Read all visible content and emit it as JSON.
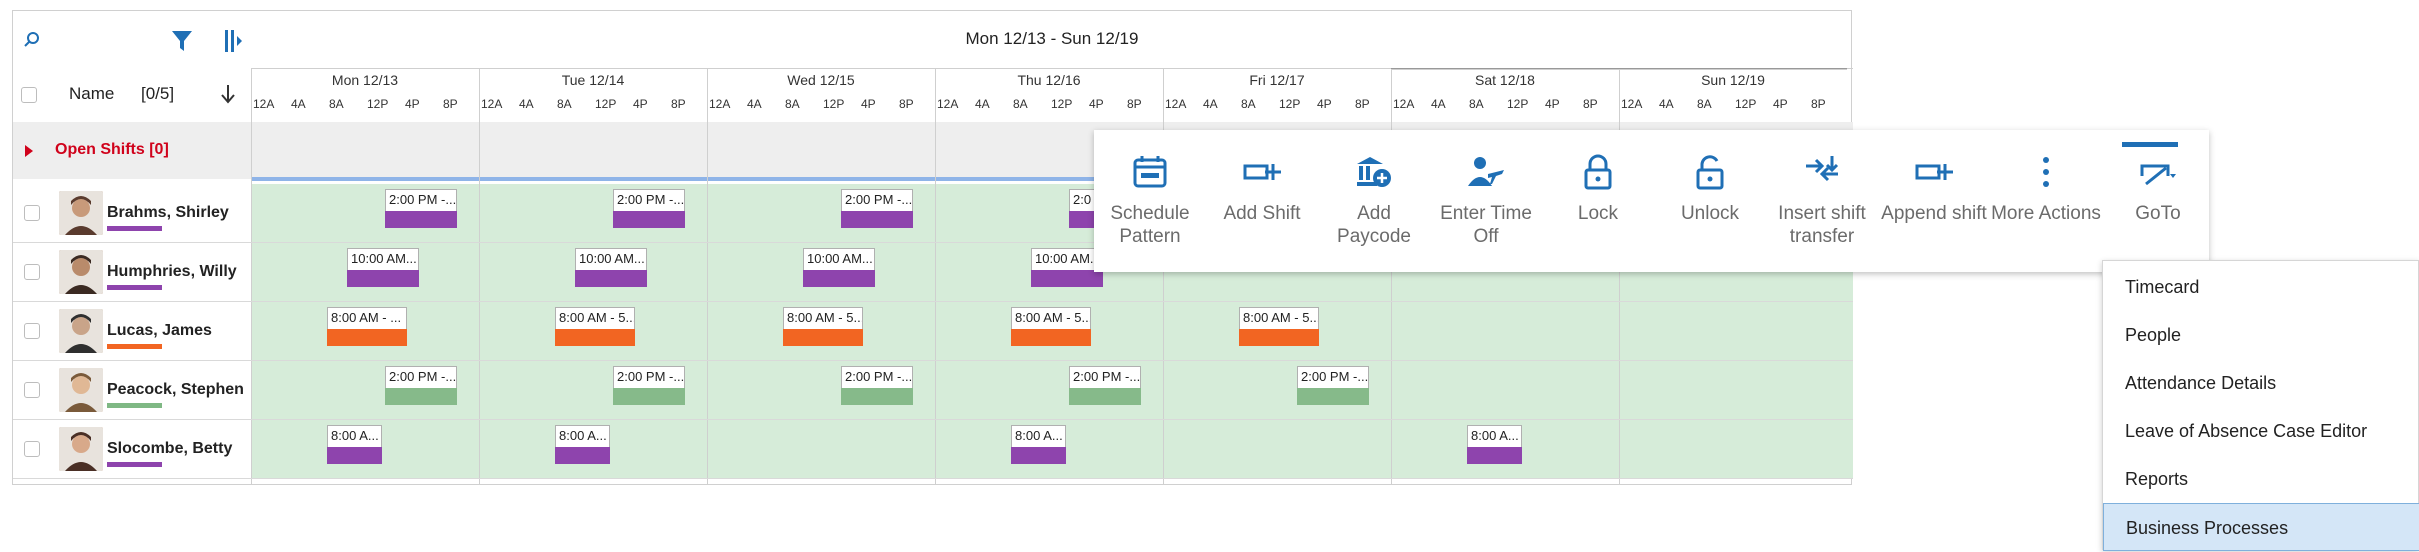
{
  "header": {
    "week_range": "Mon 12/13 - Sun 12/19",
    "name_label": "Name",
    "count_label": "[0/5]"
  },
  "days": [
    {
      "label": "Mon 12/13"
    },
    {
      "label": "Tue 12/14"
    },
    {
      "label": "Wed 12/15"
    },
    {
      "label": "Thu 12/16"
    },
    {
      "label": "Fri 12/17"
    },
    {
      "label": "Sat 12/18"
    },
    {
      "label": "Sun 12/19"
    }
  ],
  "hours": [
    "12A",
    "4A",
    "8A",
    "12P",
    "4P",
    "8P"
  ],
  "open_shifts": {
    "label": "Open Shifts [0]"
  },
  "employees": [
    {
      "name": "Brahms, Shirley",
      "bar_color": "#8e44ad",
      "shift_color": "#8e44ad",
      "shifts": [
        {
          "day": 0,
          "label": "2:00 PM -..."
        },
        {
          "day": 1,
          "label": "2:00 PM -..."
        },
        {
          "day": 2,
          "label": "2:00 PM -..."
        },
        {
          "day": 3,
          "label": "2:0"
        }
      ]
    },
    {
      "name": "Humphries, Willy",
      "bar_color": "#8e44ad",
      "shift_color": "#8e44ad",
      "shifts": [
        {
          "day": 0,
          "label": "10:00 AM..."
        },
        {
          "day": 1,
          "label": "10:00 AM..."
        },
        {
          "day": 2,
          "label": "10:00 AM..."
        },
        {
          "day": 3,
          "label": "10:00 AM..."
        }
      ]
    },
    {
      "name": "Lucas, James",
      "bar_color": "#f26522",
      "shift_color": "#f26522",
      "shifts": [
        {
          "day": 0,
          "label": "8:00 AM - ..."
        },
        {
          "day": 1,
          "label": "8:00 AM - 5..."
        },
        {
          "day": 2,
          "label": "8:00 AM - 5..."
        },
        {
          "day": 3,
          "label": "8:00 AM - 5..."
        },
        {
          "day": 4,
          "label": "8:00 AM - 5..."
        }
      ]
    },
    {
      "name": "Peacock, Stephen",
      "bar_color": "#7fb884",
      "shift_color": "#86ba8a",
      "shifts": [
        {
          "day": 0,
          "label": "2:00 PM -..."
        },
        {
          "day": 1,
          "label": "2:00 PM -..."
        },
        {
          "day": 2,
          "label": "2:00 PM -..."
        },
        {
          "day": 3,
          "label": "2:00 PM -..."
        },
        {
          "day": 4,
          "label": "2:00 PM -..."
        }
      ]
    },
    {
      "name": "Slocombe, Betty",
      "bar_color": "#8e44ad",
      "shift_color": "#8e44ad",
      "shifts": [
        {
          "day": 0,
          "label": "8:00 A..."
        },
        {
          "day": 1,
          "label": "8:00 A..."
        },
        {
          "day": 3,
          "label": "8:00 A..."
        },
        {
          "day": 5,
          "label": "8:00 A..."
        }
      ]
    }
  ],
  "toolbar": {
    "items": [
      {
        "label": "Schedule Pattern",
        "icon": "schedule-pattern-icon"
      },
      {
        "label": "Add Shift",
        "icon": "add-shift-icon"
      },
      {
        "label": "Add Paycode",
        "icon": "add-paycode-icon"
      },
      {
        "label": "Enter Time Off",
        "icon": "enter-time-off-icon"
      },
      {
        "label": "Lock",
        "icon": "lock-icon"
      },
      {
        "label": "Unlock",
        "icon": "unlock-icon"
      },
      {
        "label": "Insert shift transfer",
        "icon": "insert-shift-transfer-icon"
      },
      {
        "label": "Append shift",
        "icon": "append-shift-icon"
      },
      {
        "label": "More Actions",
        "icon": "more-actions-icon"
      },
      {
        "label": "GoTo",
        "icon": "goto-icon"
      }
    ]
  },
  "goto_menu": {
    "items": [
      {
        "label": "Timecard",
        "selected": false
      },
      {
        "label": "People",
        "selected": false
      },
      {
        "label": "Attendance Details",
        "selected": false
      },
      {
        "label": "Leave of Absence Case Editor",
        "selected": false
      },
      {
        "label": "Reports",
        "selected": false
      },
      {
        "label": "Business Processes",
        "selected": true
      }
    ]
  },
  "colors": {
    "accent": "#1f6fb5",
    "open_shifts": "#d0021b",
    "grid_bg": "#d6ecd9",
    "open_row_bg": "#eeeeee"
  }
}
